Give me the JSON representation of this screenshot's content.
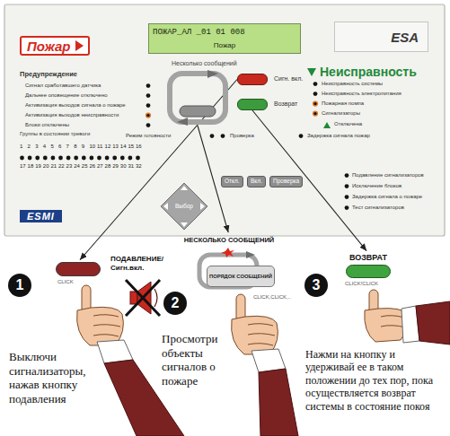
{
  "diagram": {
    "nodes": [
      {
        "text": [
          "Пожар"
        ]
      },
      {
        "text": [
          "ПОЖАР_АЛ _01 01 008",
          "Пожар"
        ]
      },
      {
        "text": [
          "ESA"
        ]
      },
      {
        "text": [
          "Несколько сообщений"
        ]
      },
      {
        "text": [
          "Сигн. вкл."
        ]
      },
      {
        "text": [
          "Возврат"
        ]
      },
      {
        "text": [
          "Откл."
        ]
      },
      {
        "text": [
          "Вкл."
        ]
      },
      {
        "text": [
          "Проверка"
        ]
      },
      {
        "text": [
          "Выбор"
        ]
      },
      {
        "text": [
          "1"
        ]
      },
      {
        "text": [
          "ПОДАВЛЕНИЕ/ Сигн.вкл."
        ]
      },
      {
        "text": [
          "2"
        ]
      },
      {
        "text": [
          "НЕСКОЛЬКО СООБЩЕНИЙ"
        ]
      },
      {
        "text": [
          "ПОРЯДОК СООБЩЕНИЙ"
        ],
        "in": 13
      },
      {
        "text": [
          "3"
        ]
      },
      {
        "text": [
          "ВОЗВРАТ"
        ]
      }
    ],
    "edges": [
      {
        "from": 4,
        "to": 11,
        "arrow": "to"
      },
      {
        "from": 3,
        "to": 13,
        "arrow": "to"
      },
      {
        "from": 5,
        "to": 16,
        "arrow": "to"
      }
    ],
    "labels": [
      "Предупреждение",
      "Сигнал сработавшего датчика",
      "Дальнее оповещение отключено",
      "Активизация выходов сигнала о пожаре",
      "Активизация выходов неисправности",
      "Блоки отключены",
      "Группы в состоянии тревоги",
      "1",
      "2",
      "3",
      "4",
      "5",
      "6",
      "7",
      "8",
      "9",
      "10",
      "11",
      "12",
      "13",
      "14",
      "15",
      "16",
      "17",
      "18",
      "19",
      "20",
      "21",
      "22",
      "23",
      "24",
      "25",
      "26",
      "27",
      "28",
      "29",
      "30",
      "31",
      "32",
      "Режим готовности",
      "Проверка",
      "Задержка сигнала пожар",
      "Неисправность",
      "Неисправность системы",
      "Неисправность электропитания",
      "Пожарная помпа",
      "Сигнализаторы",
      "Отключена",
      "Подавление сигнализаторов",
      "Исключение блоков",
      "Задержка сигнала о пожаре",
      "Тест сигнализаторов",
      "ESMI",
      "CLICK",
      "CLICK,CLICK,..",
      "CLICK!CLICK",
      "Выключи сигнализаторы, нажав кнопку подавления",
      "Просмотри объекты сигналов о пожаре",
      "Нажми на кнопку и удерживай ее в таком положении до тех пор, пока осуществляется возврат системы в состояние покоя"
    ]
  }
}
